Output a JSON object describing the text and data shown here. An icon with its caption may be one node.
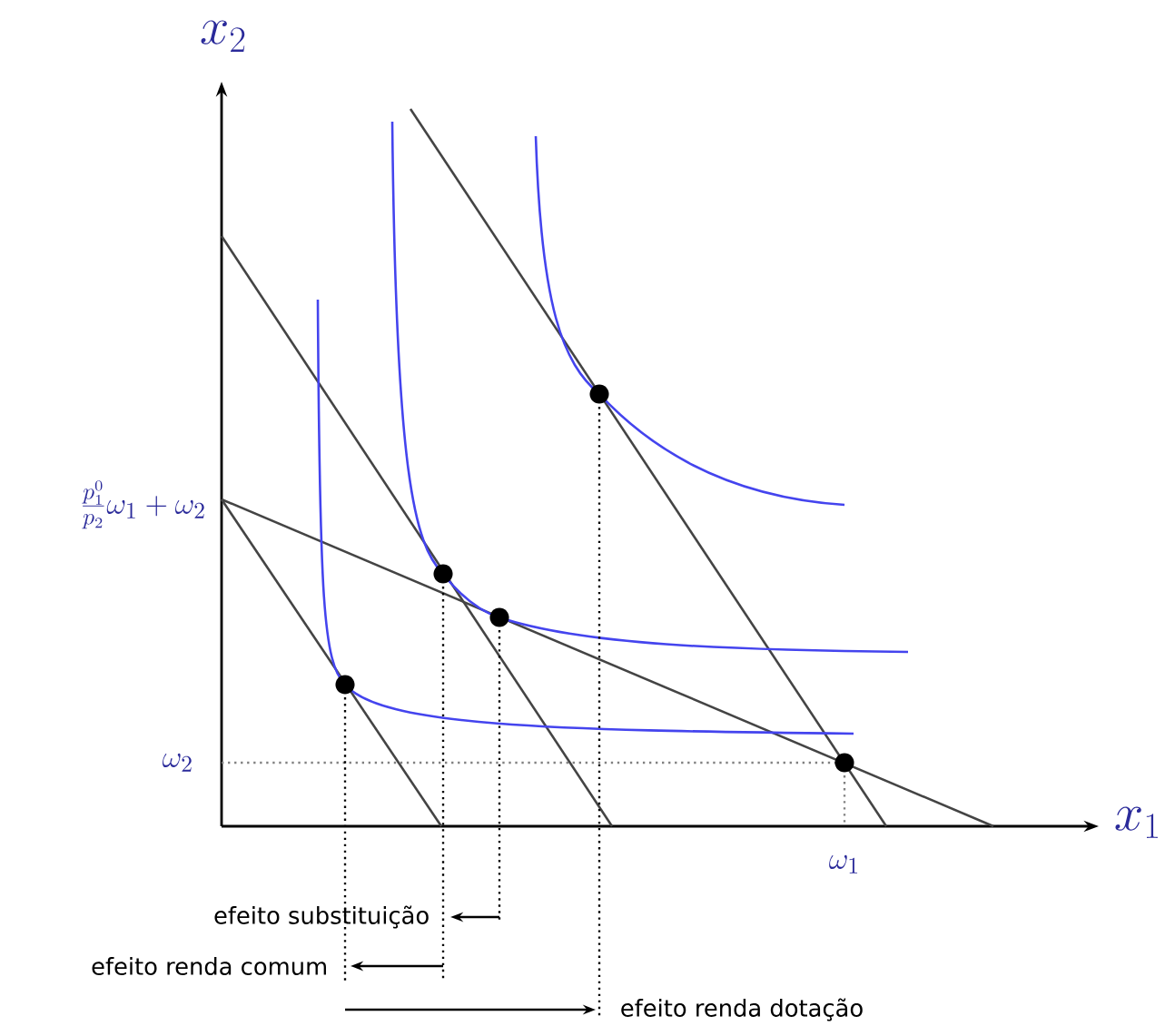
{
  "diagram": {
    "labels": [
      "x_2",
      "x_1",
      "\\frac{p_1^0}{p_2}\\omega_1+\\omega_2",
      "\\omega_2",
      "\\omega_1",
      "efeito substituição",
      "efeito renda comum",
      "efeito renda dotação"
    ]
  }
}
